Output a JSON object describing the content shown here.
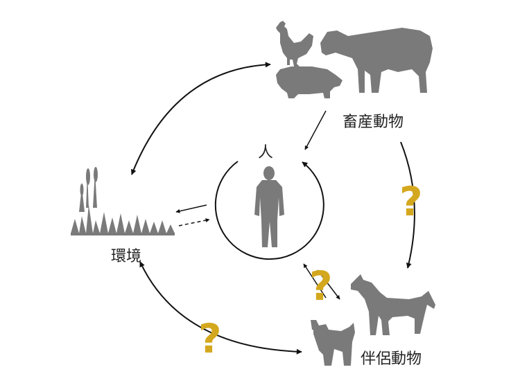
{
  "labels": {
    "human": "人",
    "livestock": "畜産動物",
    "environment": "環境",
    "companion": "伴侶動物"
  },
  "unknown_links": {
    "livestock_to_companion": "?",
    "human_to_companion": "?",
    "environment_to_companion": "?"
  },
  "colors": {
    "silhouette": "#7a7a7a",
    "arrow": "#111111",
    "question_mark": "#d4a81e"
  }
}
